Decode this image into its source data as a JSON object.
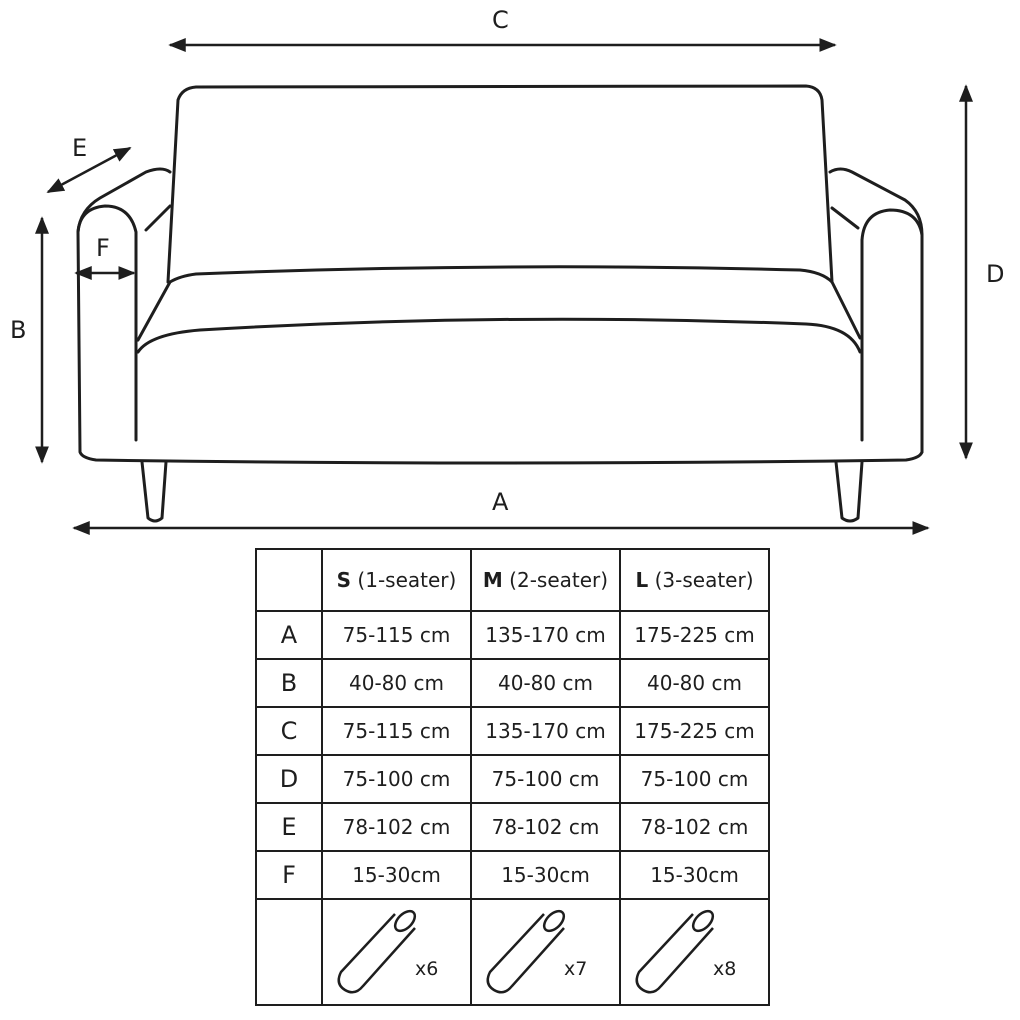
{
  "dimensions": {
    "a": "A",
    "b": "B",
    "c": "C",
    "d": "D",
    "e": "E",
    "f": "F"
  },
  "table": {
    "headers": [
      {
        "size": "S",
        "desc": "(1-seater)"
      },
      {
        "size": "M",
        "desc": "(2-seater)"
      },
      {
        "size": "L",
        "desc": "(3-seater)"
      }
    ],
    "rows": [
      {
        "label": "A",
        "values": [
          "75-115 cm",
          "135-170 cm",
          "175-225 cm"
        ]
      },
      {
        "label": "B",
        "values": [
          "40-80 cm",
          "40-80 cm",
          "40-80 cm"
        ]
      },
      {
        "label": "C",
        "values": [
          "75-115 cm",
          "135-170 cm",
          "175-225 cm"
        ]
      },
      {
        "label": "D",
        "values": [
          "75-100 cm",
          "75-100 cm",
          "75-100 cm"
        ]
      },
      {
        "label": "E",
        "values": [
          "78-102 cm",
          "78-102 cm",
          "78-102 cm"
        ]
      },
      {
        "label": "F",
        "values": [
          "15-30cm",
          "15-30cm",
          "15-30cm"
        ]
      }
    ],
    "pipes": [
      "x6",
      "x7",
      "x8"
    ]
  },
  "colors": {
    "line": "#1e1e1e",
    "background": "#ffffff"
  },
  "icons": {
    "pipe": "foam-tube-icon"
  }
}
